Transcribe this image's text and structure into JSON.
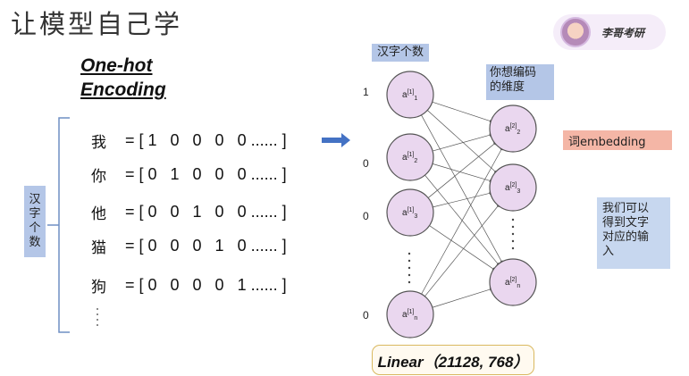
{
  "title": "让模型自己学",
  "logo": {
    "text": "李哥考研",
    "avatar": "cartoon-avatar-icon"
  },
  "onehot": {
    "line1": "One-hot",
    "line2": "Encoding"
  },
  "vocab_label": [
    "汉",
    "字",
    "个",
    "数"
  ],
  "rows": [
    {
      "char": "我",
      "vec": "= [ 1   0   0   0   0 ...... ]"
    },
    {
      "char": "你",
      "vec": "= [ 0   1   0   0   0 ...... ]"
    },
    {
      "char": "他",
      "vec": "= [ 0   0   1   0   0 ...... ]"
    },
    {
      "char": "猫",
      "vec": "= [ 0   0   0   1   0 ...... ]"
    },
    {
      "char": "狗",
      "vec": "= [ 0   0   0   0   1 ...... ]"
    }
  ],
  "input_box_label": "汉字个数",
  "hidden_box_label": [
    "你想编码",
    "的维度"
  ],
  "input_values": [
    "1",
    "0",
    "0",
    "0"
  ],
  "input_nodes": [
    {
      "base": "a",
      "sup": "[1]",
      "sub": "1"
    },
    {
      "base": "a",
      "sup": "[1]",
      "sub": "2"
    },
    {
      "base": "a",
      "sup": "[1]",
      "sub": "3"
    },
    {
      "base": "a",
      "sup": "[1]",
      "sub": "n"
    }
  ],
  "hidden_nodes": [
    {
      "base": "a",
      "sup": "[2]",
      "sub": "2"
    },
    {
      "base": "a",
      "sup": "[2]",
      "sub": "3"
    },
    {
      "base": "a",
      "sup": "[2]",
      "sub": "n"
    }
  ],
  "embedding_label": "词embedding",
  "note": [
    "我们可以",
    "得到文字",
    "对应的输",
    "入"
  ],
  "linear_label": "Linear（21128, 768）",
  "colors": {
    "node_fill": "#ead7ef",
    "node_stroke": "#555555",
    "arrow": "#4472c4"
  }
}
